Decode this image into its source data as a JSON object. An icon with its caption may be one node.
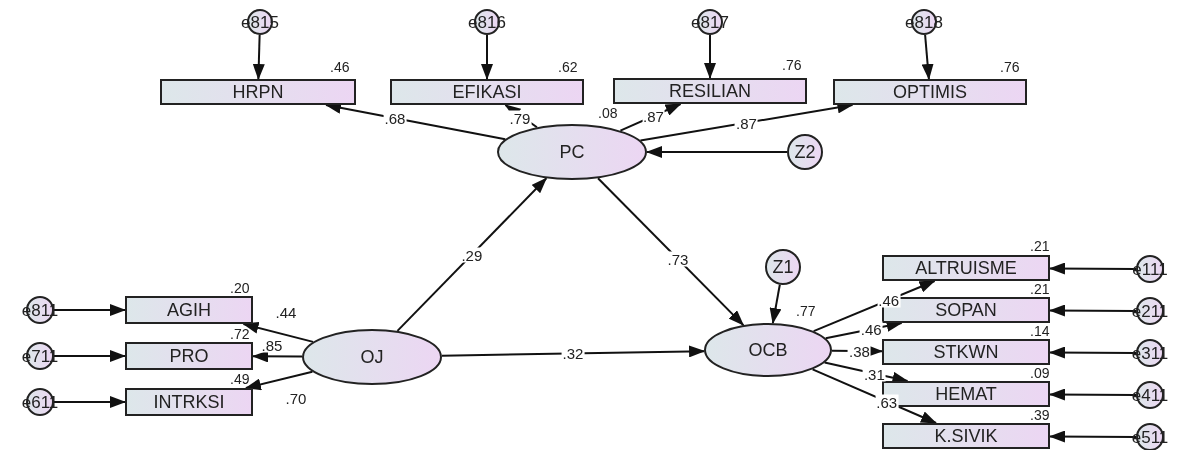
{
  "diagram": {
    "nodes": [
      {
        "text": [
          "e815"
        ]
      },
      {
        "text": [
          "e816"
        ]
      },
      {
        "text": [
          "e817"
        ]
      },
      {
        "text": [
          "e818"
        ]
      },
      {
        "text": [
          "HRPN"
        ],
        "beside": [
          ".46"
        ]
      },
      {
        "text": [
          "EFIKASI"
        ],
        "beside": [
          ".62"
        ]
      },
      {
        "text": [
          "RESILIAN"
        ],
        "beside": [
          ".76"
        ]
      },
      {
        "text": [
          "OPTIMIS"
        ],
        "beside": [
          ".76"
        ]
      },
      {
        "text": [
          "PC"
        ],
        "beside": [
          ".08"
        ]
      },
      {
        "text": [
          "Z2"
        ]
      },
      {
        "text": [
          "Z1"
        ]
      },
      {
        "text": [
          "ALTRUISME"
        ],
        "beside": [
          ".21"
        ]
      },
      {
        "text": [
          "e111"
        ]
      },
      {
        "text": [
          "e811"
        ]
      },
      {
        "text": [
          "AGIH"
        ],
        "beside": [
          ".20"
        ]
      },
      {
        "text": [
          "SOPAN"
        ],
        "beside": [
          ".21"
        ]
      },
      {
        "text": [
          "e211"
        ]
      },
      {
        "text": [
          "e711"
        ]
      },
      {
        "text": [
          "PRO"
        ],
        "beside": [
          ".72"
        ]
      },
      {
        "text": [
          "OJ"
        ]
      },
      {
        "text": [
          "OCB"
        ],
        "beside": [
          ".77"
        ]
      },
      {
        "text": [
          "STKWN"
        ],
        "beside": [
          ".14"
        ]
      },
      {
        "text": [
          "e311"
        ]
      },
      {
        "text": [
          "e611"
        ]
      },
      {
        "text": [
          "INTRKSI"
        ],
        "beside": [
          ".49"
        ]
      },
      {
        "text": [
          "HEMAT"
        ],
        "beside": [
          ".09"
        ]
      },
      {
        "text": [
          "e411"
        ]
      },
      {
        "text": [
          "K.SIVIK"
        ],
        "beside": [
          ".39"
        ]
      },
      {
        "text": [
          "e511"
        ]
      }
    ],
    "edges": [
      {
        "from": 0,
        "to": 4,
        "arrow": "to"
      },
      {
        "from": 1,
        "to": 5,
        "arrow": "to"
      },
      {
        "from": 2,
        "to": 6,
        "arrow": "to"
      },
      {
        "from": 3,
        "to": 7,
        "arrow": "to"
      },
      {
        "from": 8,
        "to": 4,
        "arrow": "to",
        "label": ".68"
      },
      {
        "from": 8,
        "to": 5,
        "arrow": "to",
        "label": ".79"
      },
      {
        "from": 8,
        "to": 6,
        "arrow": "to",
        "label": ".87"
      },
      {
        "from": 8,
        "to": 7,
        "arrow": "to",
        "label": ".87"
      },
      {
        "from": 9,
        "to": 8,
        "arrow": "to"
      },
      {
        "from": 19,
        "to": 8,
        "arrow": "to",
        "label": ".29"
      },
      {
        "from": 8,
        "to": 20,
        "arrow": "to",
        "label": ".73"
      },
      {
        "from": 10,
        "to": 20,
        "arrow": "to"
      },
      {
        "from": 19,
        "to": 20,
        "arrow": "to",
        "label": ".32"
      },
      {
        "from": 13,
        "to": 14,
        "arrow": "to"
      },
      {
        "from": 17,
        "to": 18,
        "arrow": "to"
      },
      {
        "from": 23,
        "to": 24,
        "arrow": "to"
      },
      {
        "from": 19,
        "to": 14,
        "arrow": "to",
        "label": ".44"
      },
      {
        "from": 19,
        "to": 18,
        "arrow": "to",
        "label": ".85"
      },
      {
        "from": 19,
        "to": 24,
        "arrow": "to",
        "label": ".70"
      },
      {
        "from": 20,
        "to": 11,
        "arrow": "to",
        "label": ".46"
      },
      {
        "from": 20,
        "to": 15,
        "arrow": "to",
        "label": ".46"
      },
      {
        "from": 20,
        "to": 21,
        "arrow": "to",
        "label": ".38"
      },
      {
        "from": 20,
        "to": 25,
        "arrow": "to",
        "label": ".31"
      },
      {
        "from": 20,
        "to": 27,
        "arrow": "to",
        "label": ".63"
      },
      {
        "from": 12,
        "to": 11,
        "arrow": "to"
      },
      {
        "from": 16,
        "to": 15,
        "arrow": "to"
      },
      {
        "from": 22,
        "to": 21,
        "arrow": "to"
      },
      {
        "from": 26,
        "to": 25,
        "arrow": "to"
      },
      {
        "from": 28,
        "to": 27,
        "arrow": "to"
      }
    ]
  }
}
